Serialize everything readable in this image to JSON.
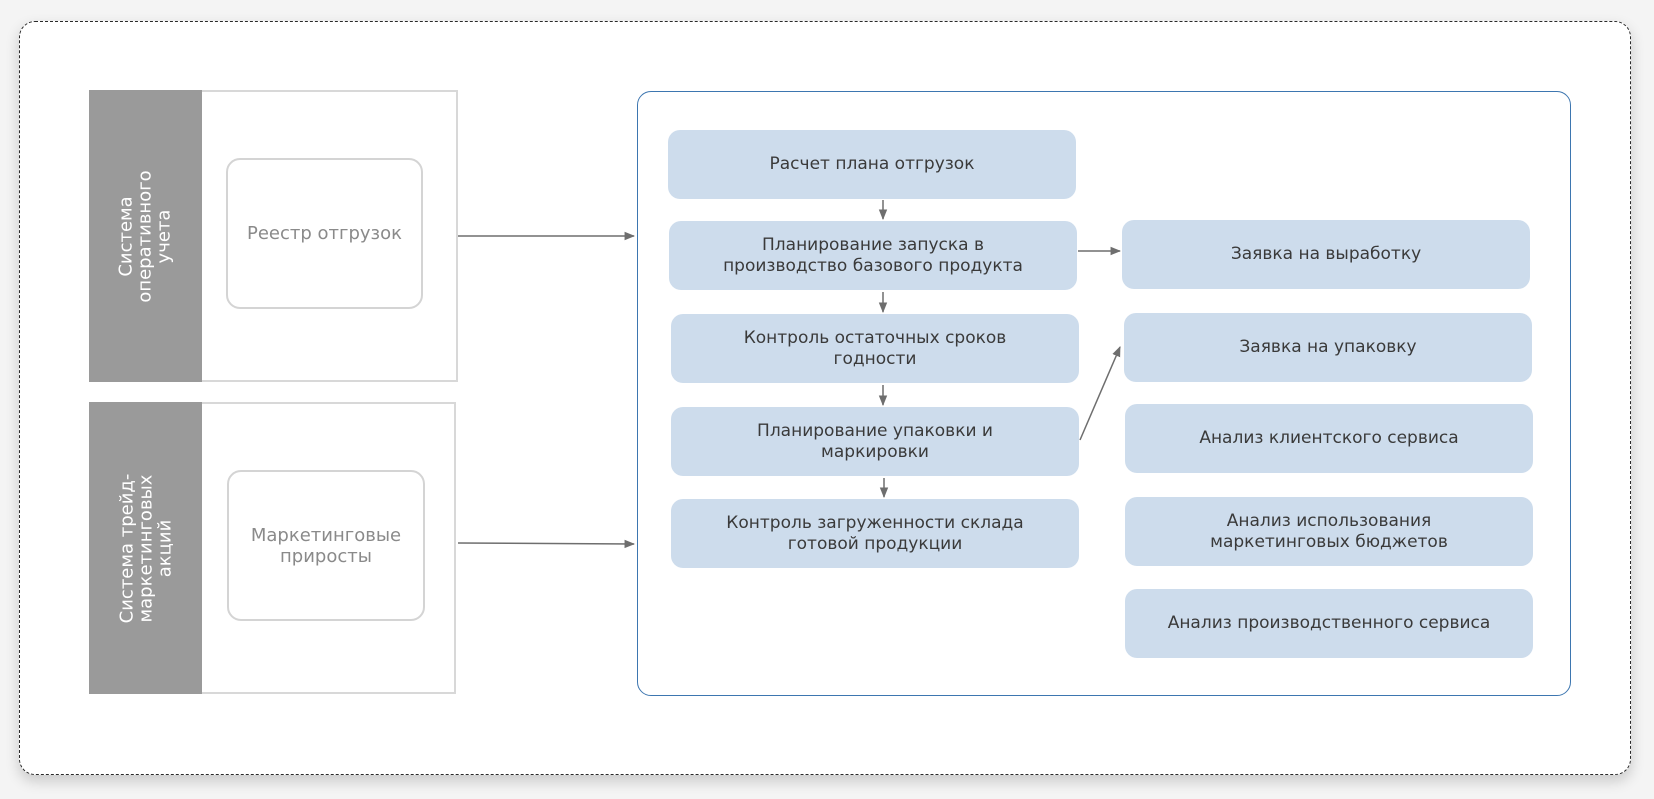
{
  "systems": [
    {
      "label": "Система\nоперативного\nучета",
      "source": "Реестр отгрузок"
    },
    {
      "label": "Система трейд-\nмаркетинговых\nакций",
      "source": "Маркетинговые\nприросты"
    }
  ],
  "process_steps": [
    "Расчет плана отгрузок",
    "Планирование запуска в\nпроизводство базового продукта",
    "Контроль остаточных сроков\nгодности",
    "Планирование упаковки и\nмаркировки",
    "Контроль загруженности склада\nготовой продукции"
  ],
  "outputs": [
    "Заявка на выработку",
    "Заявка на упаковку",
    "Анализ клиентского сервиса",
    "Анализ использования\nмаркетинговых бюджетов",
    "Анализ производственного сервиса"
  ],
  "colors": {
    "system_side": "#9a9a9a",
    "process_fill": "#cddcec",
    "target_border": "#3d76b0",
    "arrow": "#6e6e6e"
  }
}
